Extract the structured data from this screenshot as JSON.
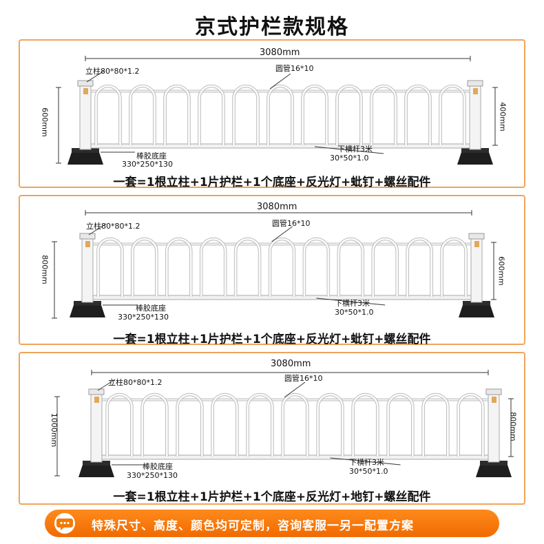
{
  "title": "京式护栏款规格",
  "panels": [
    {
      "width_label": "3080mm",
      "post_label": "立柱80*80*1.2",
      "tube_label": "圆管16*10",
      "total_height": "600mm",
      "fence_height": "400mm",
      "base_label": "棒胶底座",
      "base_size": "330*250*130",
      "rail_label": "下横杆3米",
      "rail_size": "30*50*1.0",
      "caption": "一套=1根立柱+1片护栏+1个底座+反光灯+蚍钉+螺丝配件"
    },
    {
      "width_label": "3080mm",
      "post_label": "立柱80*80*1.2",
      "tube_label": "圆管16*10",
      "total_height": "800mm",
      "fence_height": "600mm",
      "base_label": "棒胶底座",
      "base_size": "330*250*130",
      "rail_label": "下横杆3米",
      "rail_size": "30*50*1.0",
      "caption": "一套=1根立柱+1片护栏+1个底座+反光灯+蚍钉+螺丝配件"
    },
    {
      "width_label": "3080mm",
      "post_label": "立柱80*80*1.2",
      "tube_label": "圆管16*10",
      "total_height": "1000mm",
      "fence_height": "800mm",
      "base_label": "棒胶底座",
      "base_size": "330*250*130",
      "rail_label": "下横杆3米",
      "rail_size": "30*50*1.0",
      "caption": "一套=1根立柱+1片护栏+1个底座+反光灯+地钉+螺丝配件"
    }
  ],
  "banner": {
    "icon": "chat-bubble-icon",
    "text": "特殊尺寸、高度、颜色均可定制，咨询客服一另一配置方案"
  },
  "colors": {
    "panel_border": "#f0a35a",
    "banner": "#f27a0a",
    "fence": "#ffffff",
    "base": "#1e1e1e"
  }
}
